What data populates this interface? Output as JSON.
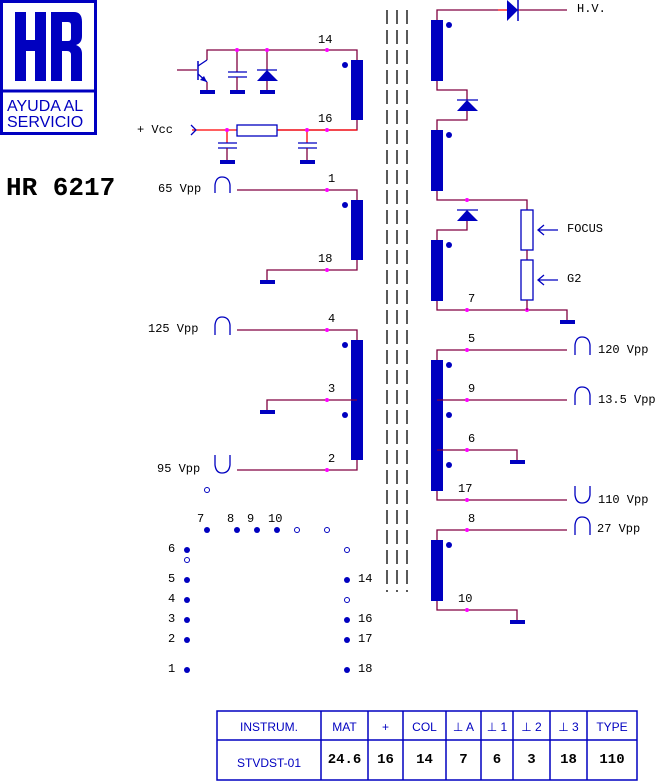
{
  "logo": {
    "letters": "HR",
    "line1": "AYUDA AL",
    "line2": "SERVICIO"
  },
  "model": "HR 6217",
  "colors": {
    "wire": "#800040",
    "component": "#0000c0",
    "node": "#ff00ff"
  },
  "primary": {
    "vcc_label": "+ Vcc",
    "pin14": "14",
    "pin16": "16",
    "pin1": "1",
    "pin18": "18",
    "pulse1": "65 Vpp",
    "pin4": "4",
    "pin3": "3",
    "pin2": "2",
    "pulse4": "125 Vpp",
    "pulse2": "95 Vpp"
  },
  "secondary": {
    "hv": "H.V.",
    "focus": "FOCUS",
    "g2": "G2",
    "pin7": "7",
    "pin5": "5",
    "pulse5": "120 Vpp",
    "pin9": "9",
    "pulse9": "13.5 Vpp",
    "pin6": "6",
    "pin17": "17",
    "pulse17": "110 Vpp",
    "pin8": "8",
    "pulse8": "27 Vpp",
    "pin10": "10"
  },
  "pinout": {
    "top": [
      "7",
      "8",
      "9",
      "10"
    ],
    "left": [
      "6",
      "5",
      "4",
      "3",
      "2",
      "1"
    ],
    "right": [
      "14",
      "16",
      "17",
      "18"
    ]
  },
  "table": {
    "headers": [
      "INSTRUM.",
      "MAT",
      "+",
      "COL",
      "⊥ A",
      "⊥ 1",
      "⊥ 2",
      "⊥ 3",
      "TYPE"
    ],
    "values": [
      "STVDST-01",
      "24.6",
      "16",
      "14",
      "7",
      "6",
      "3",
      "18",
      "110"
    ]
  }
}
